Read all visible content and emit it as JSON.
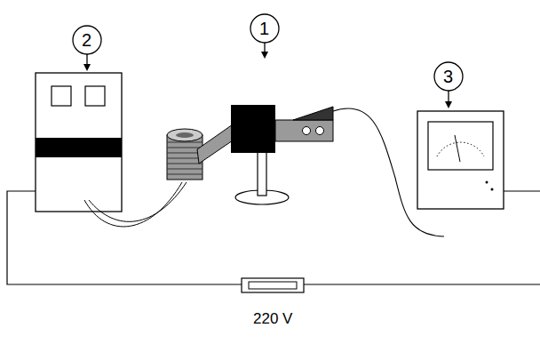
{
  "diagram": {
    "labels": [
      "1",
      "2",
      "3",
      "220 V"
    ]
  }
}
